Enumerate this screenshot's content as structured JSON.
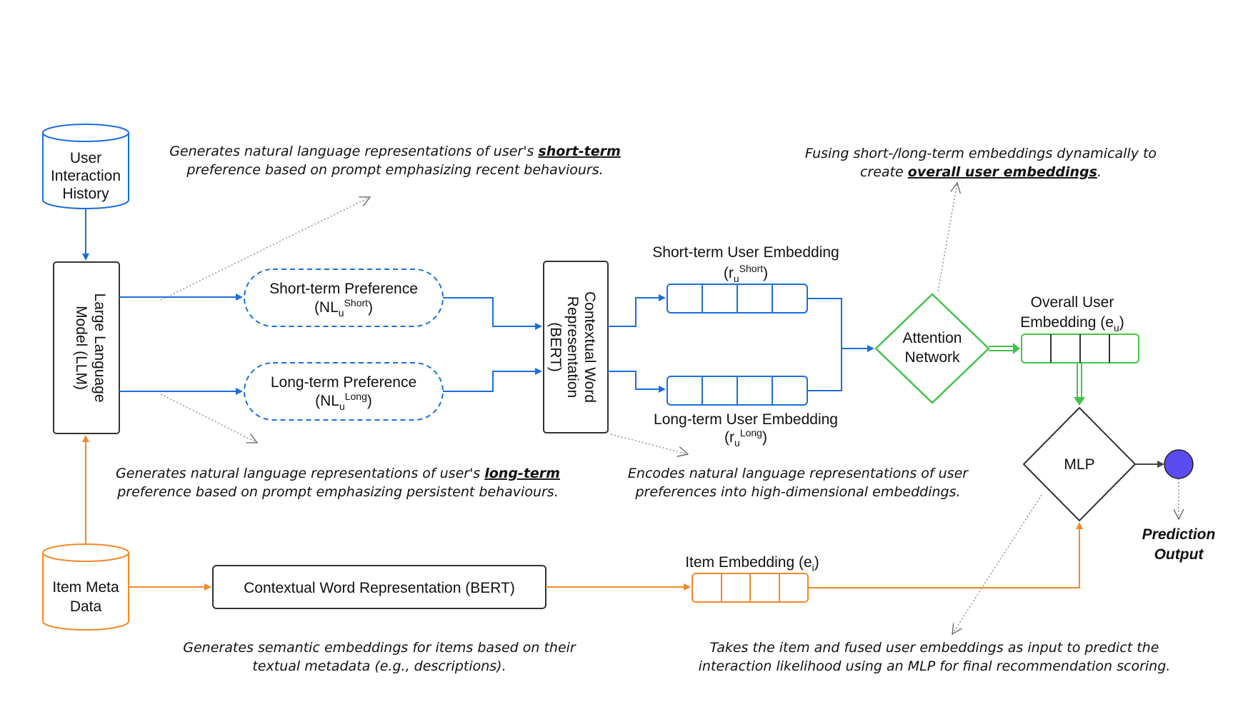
{
  "colors": {
    "blue": "#1a6fdc",
    "orange": "#f28a2a",
    "green": "#44c24a",
    "gray": "#777777",
    "output_node": "#5b4cf0",
    "text": "#111111"
  },
  "nodes": {
    "user_history": [
      "User",
      "Interaction",
      "History"
    ],
    "llm": [
      "Large Language",
      "Model (LLM)"
    ],
    "short_pref": {
      "title": "Short-term Preference",
      "sym_pre": "(NL",
      "sym_sub": "u",
      "sym_sup": "Short",
      "sym_post": ")"
    },
    "long_pref": {
      "title": "Long-term Preference",
      "sym_pre": "(NL",
      "sym_sub": "u",
      "sym_sup": "Long",
      "sym_post": ")"
    },
    "bert_vertical": [
      "Contextual Word",
      "Representation",
      "(BERT)"
    ],
    "short_emb": {
      "title": "Short-term User Embedding",
      "sym_pre": "(r",
      "sym_sub": "u",
      "sym_sup": "Short",
      "sym_post": ")"
    },
    "long_emb": {
      "title": "Long-term User Embedding",
      "sym_pre": "(r",
      "sym_sub": "u",
      "sym_sup": "Long",
      "sym_post": ")"
    },
    "attention": [
      "Attention",
      "Network"
    ],
    "overall_emb": {
      "line1": "Overall User",
      "line2_pre": "Embedding (e",
      "line2_sub": "u",
      "line2_post": ")"
    },
    "mlp": "MLP",
    "prediction": [
      "Prediction",
      "Output"
    ],
    "item_meta": [
      "Item Meta",
      "Data"
    ],
    "bert_horizontal": "Contextual Word Representation (BERT)",
    "item_emb": {
      "pre": "Item Embedding (e",
      "sub": "i",
      "post": ")"
    }
  },
  "notes": {
    "short_term": {
      "line1_pre": "Generates natural language representations of user's ",
      "line1_bold": "short-term",
      "line2": "preference based on prompt emphasizing  recent behaviours."
    },
    "long_term": {
      "line1_pre": "Generates natural language representations of user's ",
      "line1_bold": "long-term",
      "line2": "preference based on prompt emphasizing persistent behaviours."
    },
    "fusing": {
      "line1": "Fusing short-/long-term embeddings dynamically to",
      "line2_pre": "create ",
      "line2_bold": "overall user embeddings",
      "line2_post": "."
    },
    "encodes": {
      "line1": "Encodes natural language representations of user",
      "line2": "preferences into high-dimensional embeddings."
    },
    "semantic": {
      "line1": "Generates semantic embeddings for items based on their",
      "line2": "textual metadata (e.g., descriptions)."
    },
    "mlp_note": {
      "line1": "Takes the item and fused user embeddings as input to predict the",
      "line2": "interaction likelihood using an MLP for final recommendation scoring."
    }
  }
}
